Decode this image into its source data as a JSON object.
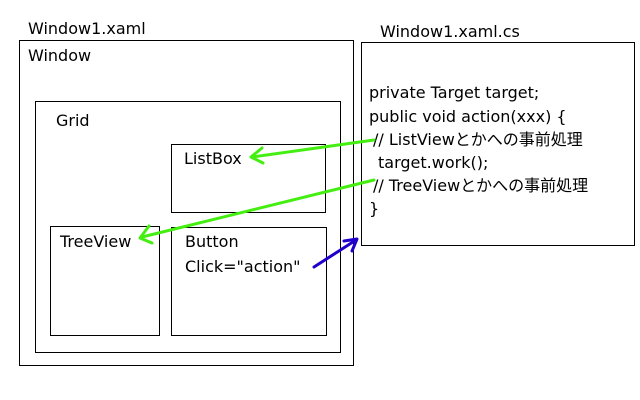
{
  "xaml": {
    "file_title": "Window1.xaml",
    "window_label": "Window",
    "grid_label": "Grid",
    "listbox_label": "ListBox",
    "treeview_label": "TreeView",
    "button_label": "Button",
    "button_click": "Click=\"action\""
  },
  "code_behind": {
    "file_title": "Window1.xaml.cs",
    "lines": [
      "private Target target;",
      "public void action(xxx) {",
      " // ListViewとかへの事前処理",
      " target.work();",
      " // TreeViewとかへの事前処理",
      "}"
    ]
  },
  "colors": {
    "arrow_green": "#44ee11",
    "arrow_blue": "#2200cc",
    "border": "#000000"
  }
}
